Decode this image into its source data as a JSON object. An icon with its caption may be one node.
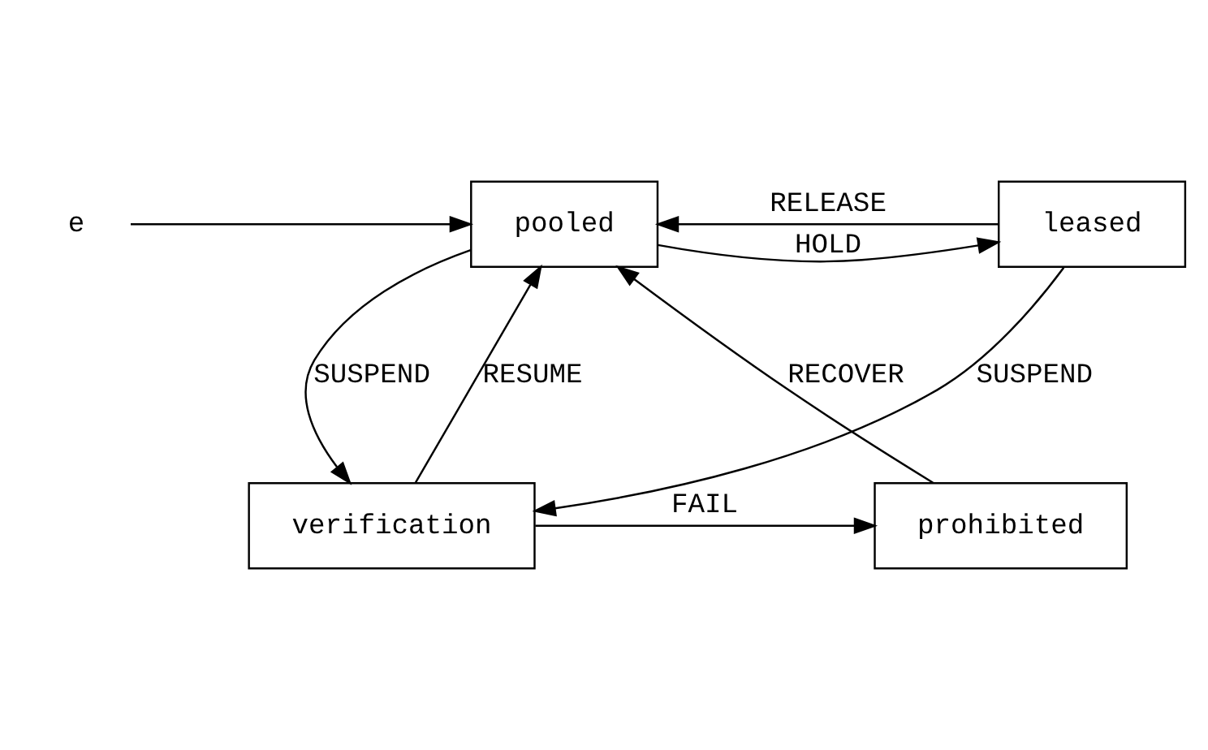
{
  "diagram": {
    "nodes": [
      {
        "text": [
          "e"
        ]
      },
      {
        "text": [
          "pooled"
        ]
      },
      {
        "text": [
          "leased"
        ]
      },
      {
        "text": [
          "prohibited"
        ]
      },
      {
        "text": [
          "verification"
        ]
      }
    ],
    "edges": [
      {
        "from": 0,
        "to": 1,
        "arrow": "to"
      },
      {
        "from": 1,
        "to": 2,
        "label": "HOLD",
        "arrow": "to"
      },
      {
        "from": 2,
        "to": 1,
        "label": "RELEASE",
        "arrow": "to"
      },
      {
        "from": 3,
        "to": 1,
        "label": "RECOVER",
        "arrow": "to"
      },
      {
        "from": 4,
        "to": 1,
        "label": "RESUME",
        "arrow": "to"
      },
      {
        "from": 1,
        "to": 4,
        "label": "SUSPEND",
        "arrow": "to"
      },
      {
        "from": 2,
        "to": 4,
        "label": "SUSPEND",
        "arrow": "to"
      },
      {
        "from": 4,
        "to": 3,
        "label": "FAIL",
        "arrow": "to"
      }
    ]
  }
}
